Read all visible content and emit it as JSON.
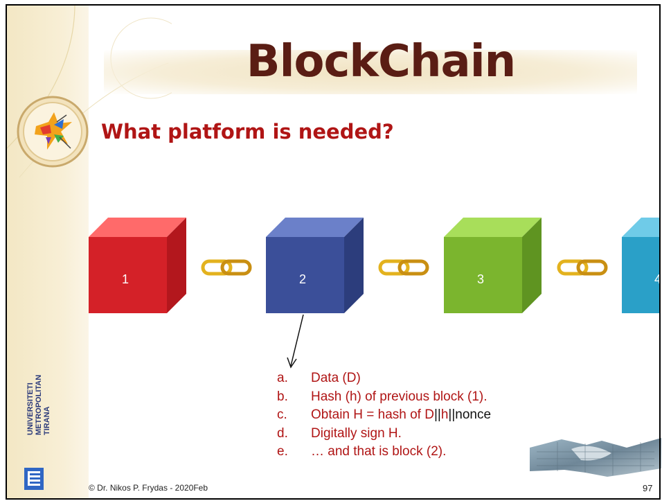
{
  "title": "BlockChain",
  "subtitle": "What platform is needed?",
  "blocks": [
    {
      "label": "1",
      "color": "#d42128"
    },
    {
      "label": "2",
      "color": "#3b4f99"
    },
    {
      "label": "3",
      "color": "#7bb52e"
    },
    {
      "label": "4",
      "color": "#2aa0c8"
    }
  ],
  "steps": [
    {
      "marker": "a.",
      "text": "Data (D)"
    },
    {
      "marker": "b.",
      "text": "Hash (h) of previous block (1)."
    },
    {
      "marker": "c.",
      "text_red": "Obtain H = hash of D",
      "sep1": "||",
      "text_mid": "h",
      "sep2": "||",
      "text_end": "nonce"
    },
    {
      "marker": "d.",
      "text": "Digitally sign H."
    },
    {
      "marker": "e.",
      "text": "… and that is block (2)."
    }
  ],
  "university": {
    "line1": "UNIVERSITETI",
    "line2": "METROPOLITAN",
    "line3": "TIRANA"
  },
  "footer": "© Dr. Nikos P. Frydas -  2020Feb",
  "page_number": "97",
  "colors": {
    "title": "#5a1d14",
    "accent_red": "#b01515",
    "chain": "#e3b21e"
  }
}
